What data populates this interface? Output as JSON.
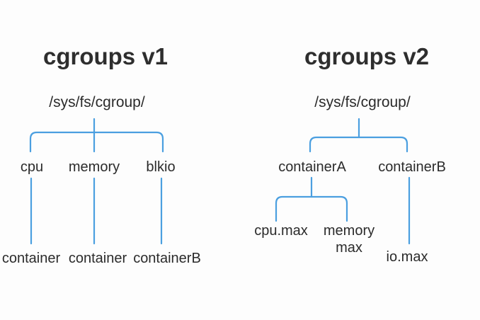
{
  "colors": {
    "line": "#4b9fe0",
    "text": "#2b2b2b",
    "background": "#fdfdfd"
  },
  "v1": {
    "title": "cgroups v1",
    "root": "/sys/fs/cgroup/",
    "controllers": [
      "cpu",
      "memory",
      "blkio"
    ],
    "leaves": [
      "container",
      "container",
      "containerB"
    ]
  },
  "v2": {
    "title": "cgroups v2",
    "root": "/sys/fs/cgroup/",
    "children": [
      "containerA",
      "containerB"
    ],
    "containerA_files": [
      "cpu.max",
      "memory\nmax"
    ],
    "containerB_file": "io.max"
  }
}
